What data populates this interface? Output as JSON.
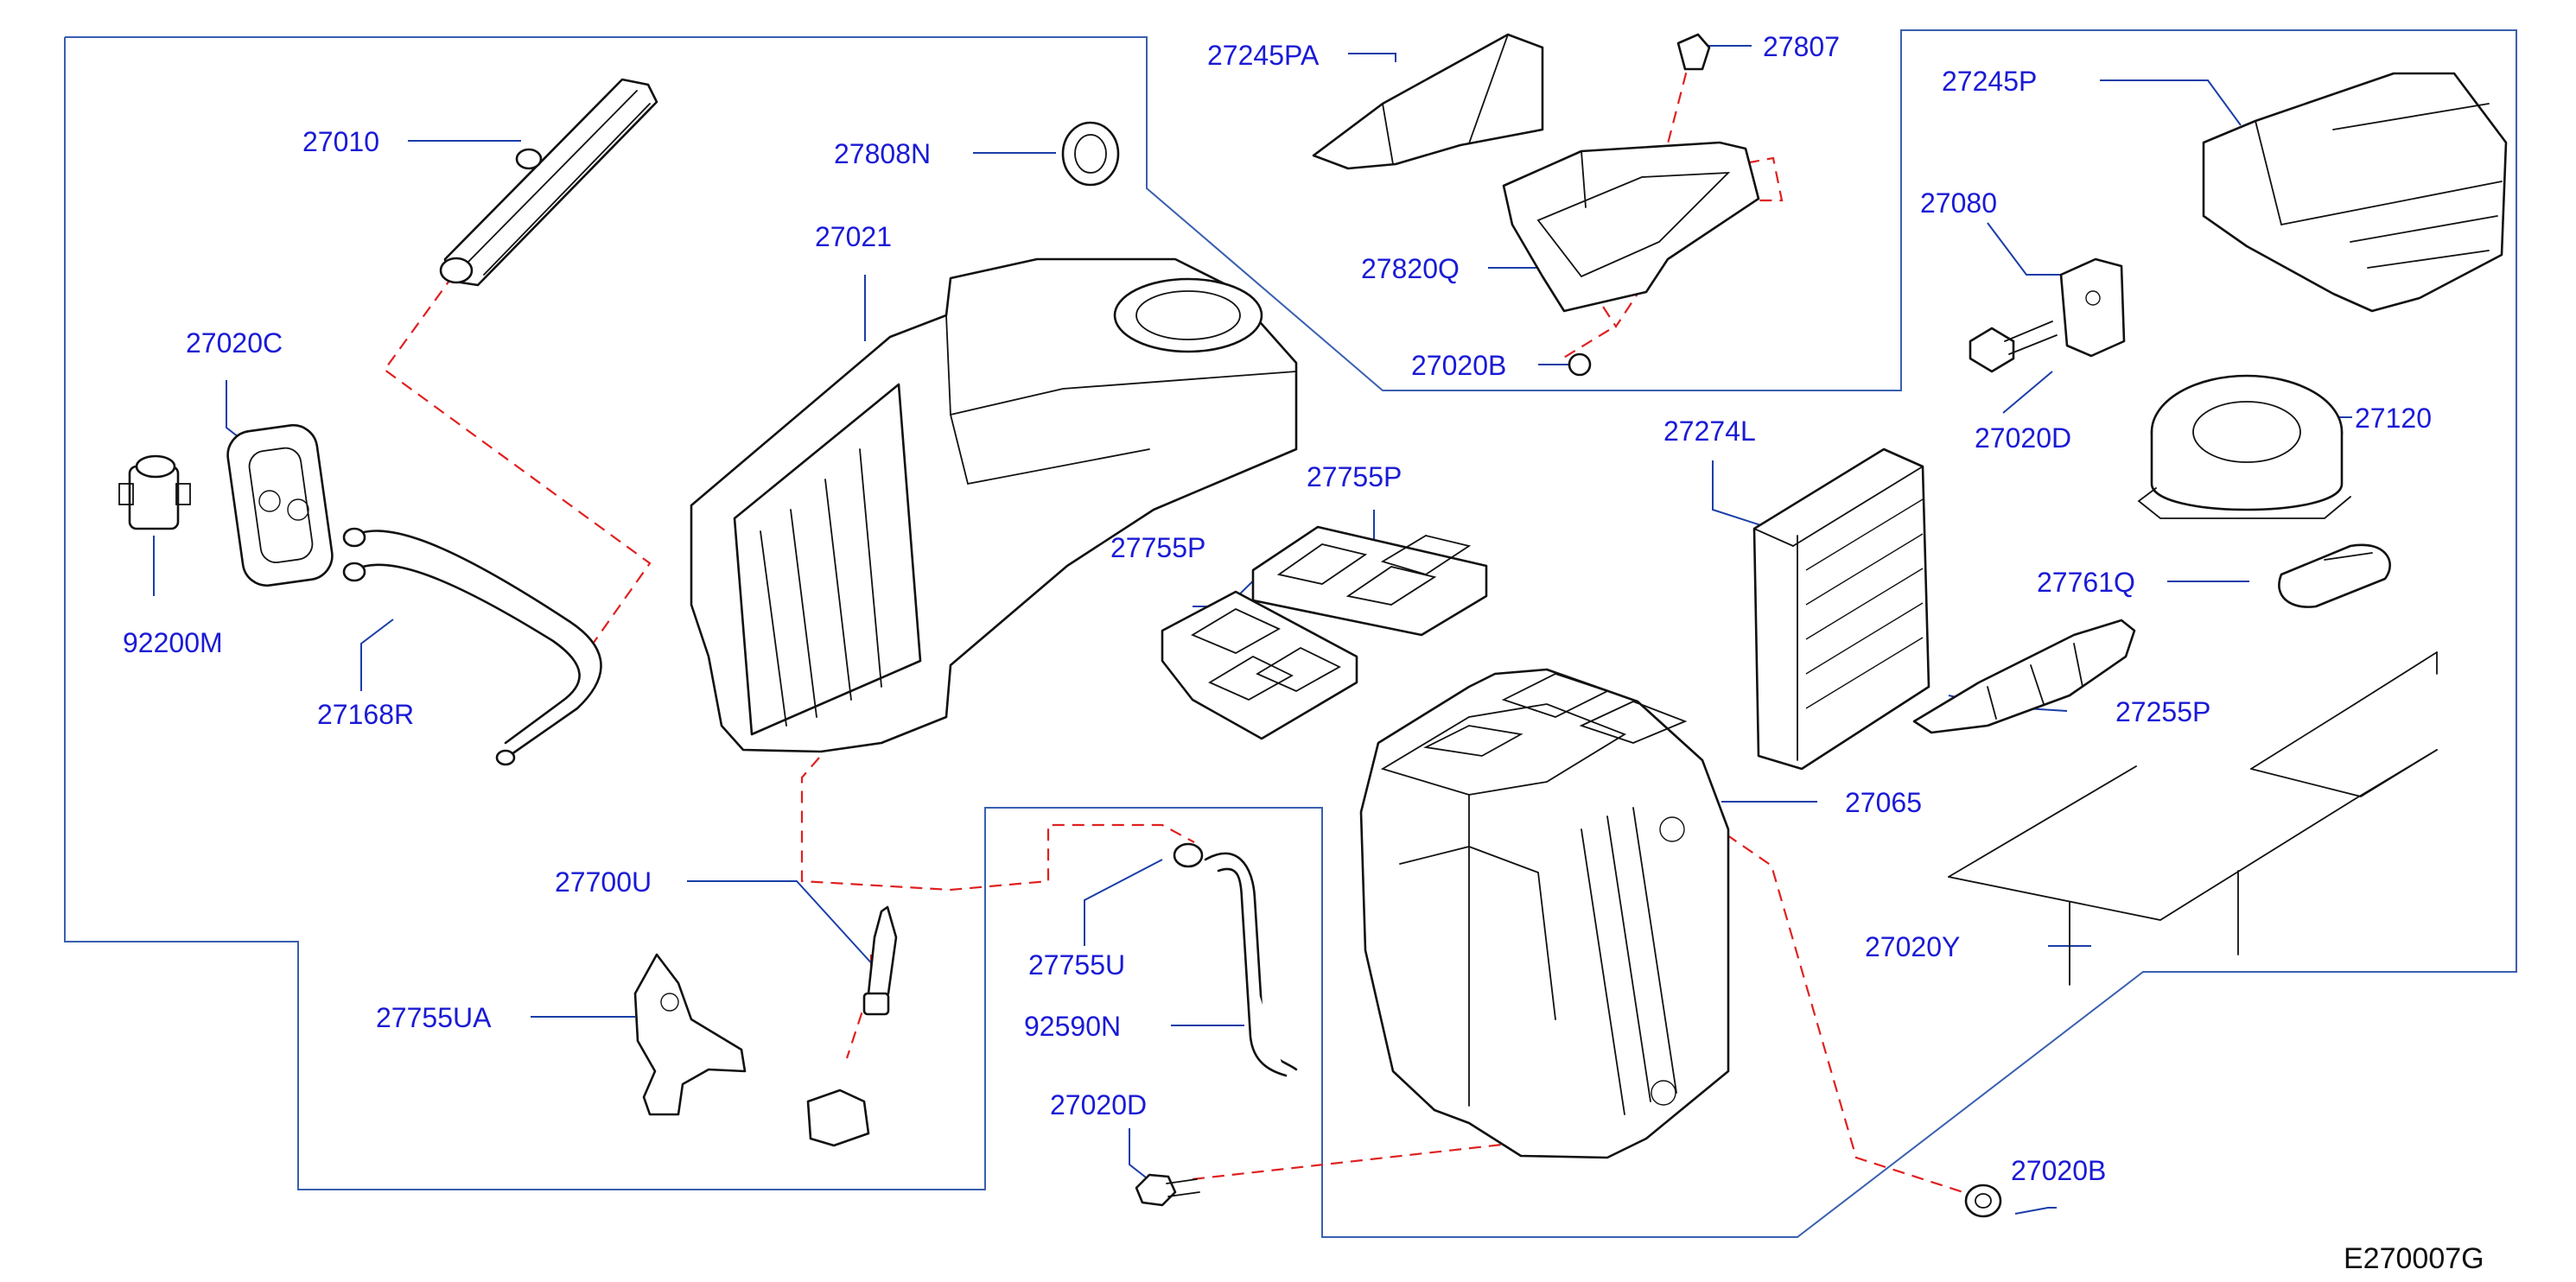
{
  "diagram_ref": "E270007G",
  "callouts": {
    "c27010": "27010",
    "c27020C": "27020C",
    "c92200M": "92200M",
    "c27168R": "27168R",
    "c27021": "27021",
    "c27808N": "27808N",
    "c27245PA": "27245PA",
    "c27807": "27807",
    "c27820Q": "27820Q",
    "c27020B_top": "27020B",
    "c27245P": "27245P",
    "c27080": "27080",
    "c27020D_top": "27020D",
    "c27120": "27120",
    "c27274L": "27274L",
    "c27755P_a": "27755P",
    "c27755P_b": "27755P",
    "c27761Q": "27761Q",
    "c27255P": "27255P",
    "c27065": "27065",
    "c27020Y": "27020Y",
    "c27700U": "27700U",
    "c27755UA": "27755UA",
    "c27755U": "27755U",
    "c92590N": "92590N",
    "c27020D_bottom": "27020D",
    "c27020B_bottom": "27020B"
  },
  "colors": {
    "callout_text": "#1a1ad6",
    "leader_line": "#1a3ea8",
    "dashed_guide": "#e02020",
    "part_outline": "#111111"
  }
}
